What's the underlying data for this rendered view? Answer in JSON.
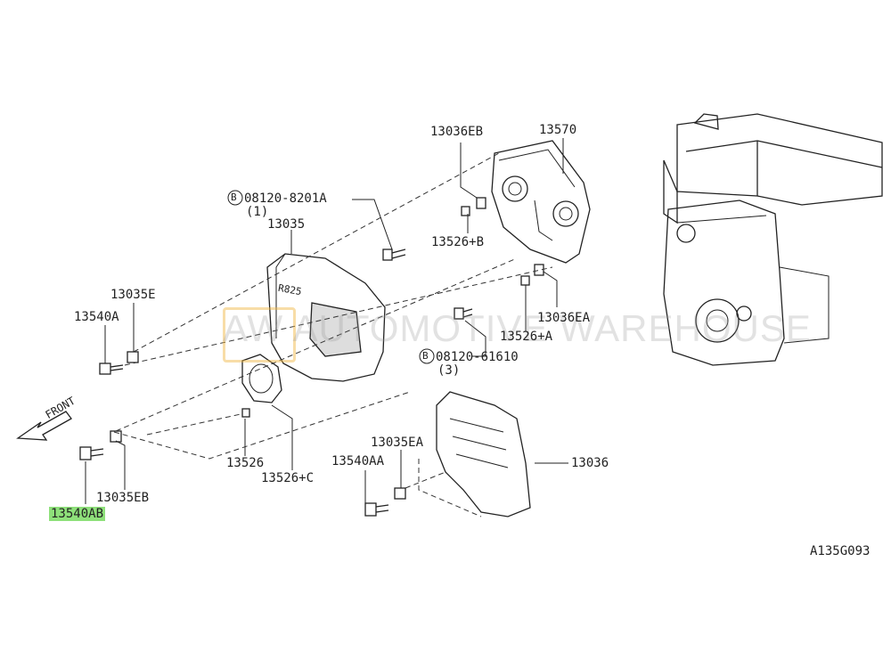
{
  "diagram": {
    "figure_code": "A135G093",
    "front_label": "FRONT",
    "watermark": "AUTOMOTIVE WAREHOUSE",
    "watermark_logo": "AW",
    "emboss_text": "R825",
    "highlight_color": "#8ee07a",
    "icons": [
      "front-arrow-icon",
      "circled-b-icon"
    ],
    "callouts": {
      "p13036EB": "13036EB",
      "p13570": "13570",
      "p08120_8201A": "08120-8201A",
      "p08120_8201A_qty": "(1)",
      "p13035": "13035",
      "p13526B": "13526+B",
      "p13035E": "13035E",
      "p13540A": "13540A",
      "p13036EA": "13036EA",
      "p13526A": "13526+A",
      "p08120_61610": "08120-61610",
      "p08120_61610_qty": "(3)",
      "p13526": "13526",
      "p13526C": "13526+C",
      "p13035EB": "13035EB",
      "p13540AB": "13540AB",
      "p13035EA": "13035EA",
      "p13540AA": "13540AA",
      "p13036": "13036"
    },
    "b_marker": "B"
  }
}
